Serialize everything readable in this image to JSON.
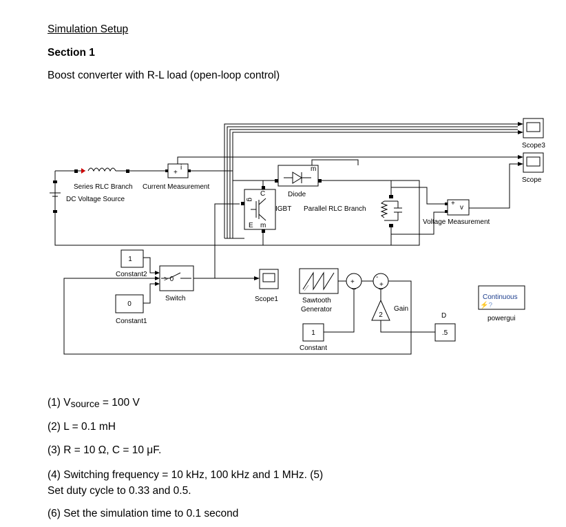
{
  "document": {
    "title": "Simulation Setup",
    "section": "Section 1",
    "description": "Boost converter with R-L load (open-loop control)"
  },
  "blocks": {
    "series_rlc": "Series RLC Branch",
    "dc_source": "DC Voltage Source",
    "current_meas": "Current Measurement",
    "current_meas_port": "i",
    "diode": "Diode",
    "diode_port": "m",
    "igbt": "IGBT",
    "igbt_g": "g",
    "igbt_c": "C",
    "igbt_e": "E",
    "igbt_m": "m",
    "parallel_rlc": "Parallel RLC Branch",
    "voltage_meas": "Voltage Measurement",
    "voltage_meas_port": "v",
    "scope3": "Scope3",
    "scope": "Scope",
    "scope1": "Scope1",
    "constant2": "Constant2",
    "constant2_value": "1",
    "constant1": "Constant1",
    "constant1_value": "0",
    "switch": "Switch",
    "switch_cond": "> 0",
    "sawtooth_line1": "Sawtooth",
    "sawtooth_line2": "Generator",
    "constant": "Constant",
    "constant_value": "1",
    "gain": "Gain",
    "gain_value": "2",
    "d_label": "D",
    "d_value": ".5",
    "powergui_text": "Continuous",
    "powergui": "powergui"
  },
  "list": {
    "item1_pre": "(1) V",
    "item1_sub": "source",
    "item1_post": " = 100 V",
    "item2": "(2) L = 0.1 mH",
    "item3": "(3) R = 10 Ω, C = 10 μF.",
    "item4": "(4) Switching frequency = 10 kHz, 100 kHz and 1 MHz. (5)",
    "item5": "Set duty cycle to 0.33 and 0.5.",
    "item6": "(6) Set the simulation time to 0.1 second"
  }
}
